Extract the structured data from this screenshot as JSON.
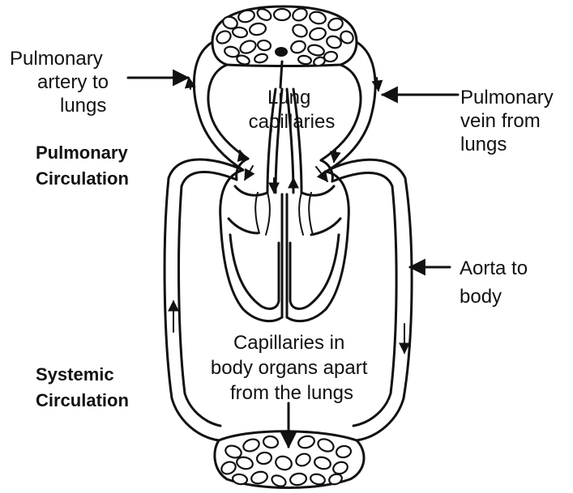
{
  "labels": {
    "pulmonary_artery": [
      "Pulmonary",
      "artery to",
      "lungs"
    ],
    "lung_capillaries": [
      "Lung",
      "capillaries"
    ],
    "pulmonary_vein": [
      "Pulmonary",
      "vein from",
      "lungs"
    ],
    "pulmonary_circulation": [
      "Pulmonary",
      "Circulation"
    ],
    "aorta": [
      "Aorta to",
      "body"
    ],
    "body_capillaries": [
      "Capillaries in",
      "body organs apart",
      "from the lungs"
    ],
    "systemic_circulation": [
      "Systemic",
      "Circulation"
    ]
  },
  "colors": {
    "ink": "#111111",
    "background": "#ffffff"
  }
}
